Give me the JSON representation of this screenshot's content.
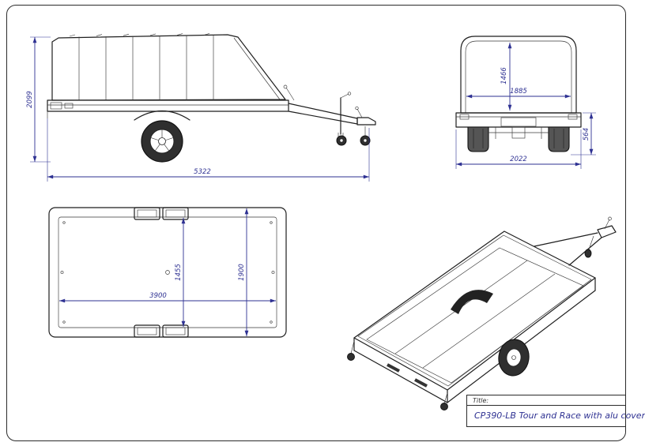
{
  "sheet": {
    "title_block": {
      "label": "Title:",
      "title": "CP390-LB Tour and Race with alu cover"
    }
  },
  "colors": {
    "dimension_blue": "#2e3192",
    "line_black": "#1f1f1f",
    "paper": "#ffffff"
  },
  "views": {
    "side": {
      "name": "side-view",
      "dim_height": "2099",
      "dim_length": "5322"
    },
    "rear": {
      "name": "rear-view",
      "dim_inner_height": "1466",
      "dim_inner_width": "1885",
      "dim_frame_height": "564",
      "dim_overall_width": "2022"
    },
    "plan": {
      "name": "top-view",
      "dim_inner_width": "1455",
      "dim_outer_width": "1900",
      "dim_inner_length": "3900"
    },
    "isometric": {
      "name": "isometric-view"
    }
  }
}
